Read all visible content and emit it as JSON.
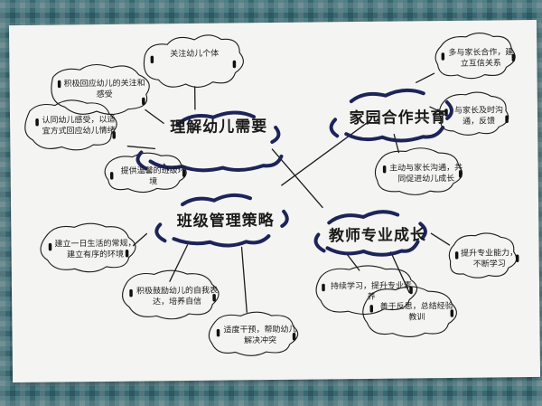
{
  "mindmap": {
    "topics": {
      "understand": "理解幼儿需要",
      "class_strategy": "班级管理策略",
      "home_school": "家园合作共育",
      "teacher_growth": "教师专业成长"
    },
    "subtopics": {
      "s1": "关注幼儿个体",
      "s2": "积极回应幼儿的关注和感受",
      "s3": "认同幼儿感受，以适宜方式回应幼儿情绪",
      "s4": "提供温馨的班级环境",
      "s5": "建立一日生活的常规，建立有序的环境",
      "s6": "积极鼓励幼儿的自我表达，培养自信",
      "s7": "适度干预，帮助幼儿解决冲突",
      "s8": "多与家长合作，建立互信关系",
      "s9": "与家长及时沟通，反馈",
      "s10": "主动与家长沟通，共同促进幼儿成长",
      "s11": "提升专业能力，不断学习",
      "s12": "持续学习，提升专业素养",
      "s13": "善于反思，总结经验教训"
    }
  }
}
